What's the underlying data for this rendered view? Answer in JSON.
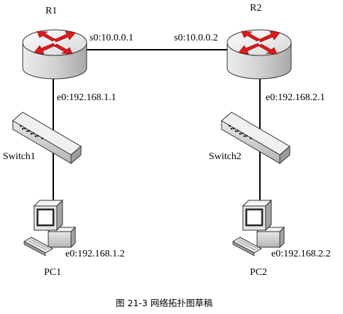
{
  "diagram": {
    "caption": "图 21-3  网络拓扑图草稿",
    "nodes": {
      "r1": {
        "name": "R1",
        "s0": "s0:10.0.0.1",
        "e0": "e0:192.168.1.1"
      },
      "r2": {
        "name": "R2",
        "s0": "s0:10.0.0.2",
        "e0": "e0:192.168.2.1"
      },
      "sw1": {
        "name": "Switch1"
      },
      "sw2": {
        "name": "Switch2"
      },
      "pc1": {
        "name": "PC1",
        "e0": "e0:192.168.1.2"
      },
      "pc2": {
        "name": "PC2",
        "e0": "e0:192.168.2.2"
      }
    },
    "links": [
      {
        "from": "R1",
        "to": "R2"
      },
      {
        "from": "R1",
        "to": "Switch1"
      },
      {
        "from": "Switch1",
        "to": "PC1"
      },
      {
        "from": "R2",
        "to": "Switch2"
      },
      {
        "from": "Switch2",
        "to": "PC2"
      }
    ],
    "colors": {
      "arrow": "#e0191b",
      "line": "#000000",
      "device_fill": "#e4e4e4",
      "device_shade": "#bdbdbd"
    }
  }
}
